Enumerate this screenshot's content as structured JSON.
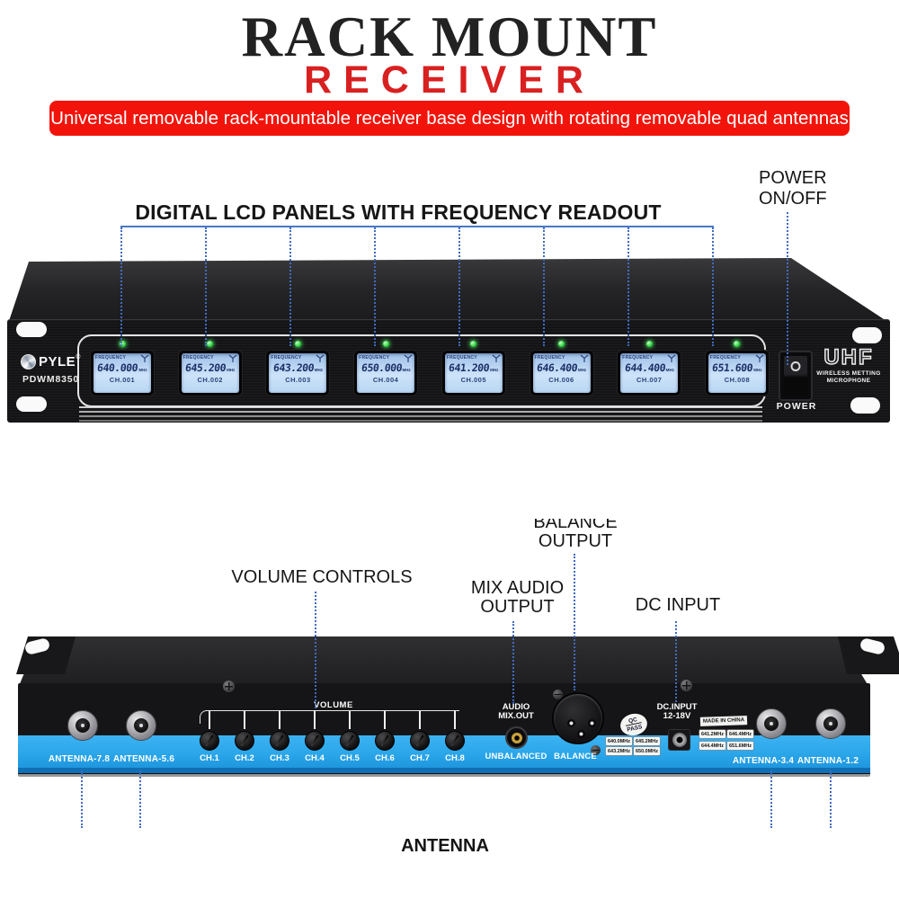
{
  "title": {
    "line1": "RACK MOUNT",
    "line2": "RECEIVER"
  },
  "banner": {
    "text": "Universal removable rack-mountable receiver base design with rotating removable quad antennas"
  },
  "callouts": {
    "lcd_panels": "DIGITAL LCD PANELS WITH FREQUENCY READOUT",
    "power": "POWER ON/OFF",
    "volume": "VOLUME CONTROLS",
    "mix_audio": "MIX AUDIO OUTPUT",
    "balance": "BALANCE OUTPUT",
    "dc_input": "DC INPUT",
    "antenna": "ANTENNA"
  },
  "front_panel": {
    "brand": "PYLE",
    "brand_mark": "®",
    "model": "PDWM8350",
    "screen_caption": "FREQUENCY",
    "freq_unit": "MHz",
    "lcds": [
      {
        "freq": "640.000",
        "ch": "CH.001"
      },
      {
        "freq": "645.200",
        "ch": "CH.002"
      },
      {
        "freq": "643.200",
        "ch": "CH.003"
      },
      {
        "freq": "650.000",
        "ch": "CH.004"
      },
      {
        "freq": "641.200",
        "ch": "CH.005"
      },
      {
        "freq": "646.400",
        "ch": "CH.006"
      },
      {
        "freq": "644.400",
        "ch": "CH.007"
      },
      {
        "freq": "651.600",
        "ch": "CH.008"
      }
    ],
    "power_label": "POWER",
    "uhf": "UHF",
    "uhf_sub1": "WIRELESS METTING",
    "uhf_sub2": "MICROPHONE"
  },
  "rear_panel": {
    "volume_label": "VOLUME",
    "knobs": [
      "CH.1",
      "CH.2",
      "CH.3",
      "CH.4",
      "CH.5",
      "CH.6",
      "CH.7",
      "CH.8"
    ],
    "antenna_labels": [
      "ANTENNA-7.8",
      "ANTENNA-5.6",
      "ANTENNA-3.4",
      "ANTENNA-1.2"
    ],
    "audio_out": {
      "line1": "AUDIO",
      "line2": "MIX.OUT",
      "jack_label": "UNBALANCED"
    },
    "balance_label": "BALANCE",
    "qc": {
      "line1": "QC",
      "line2": "PASS"
    },
    "dc": {
      "line1": "DC.INPUT",
      "line2": "12-18V"
    },
    "made_in": "MADE IN CHINA",
    "stickers_left": [
      "640.0MHz",
      "645.2MHz",
      "643.2MHz",
      "650.0MHz"
    ],
    "stickers_right": [
      "641.2MHz",
      "646.4MHz",
      "644.4MHz",
      "651.6MHz"
    ]
  },
  "colors": {
    "red_title": "#d92020",
    "red_banner": "#f2140b",
    "callout_blue": "#3f6cc0",
    "rear_blue": "#2ba7ea",
    "lcd_screen": "#b9d6f2",
    "led_green": "#2ed23c"
  }
}
